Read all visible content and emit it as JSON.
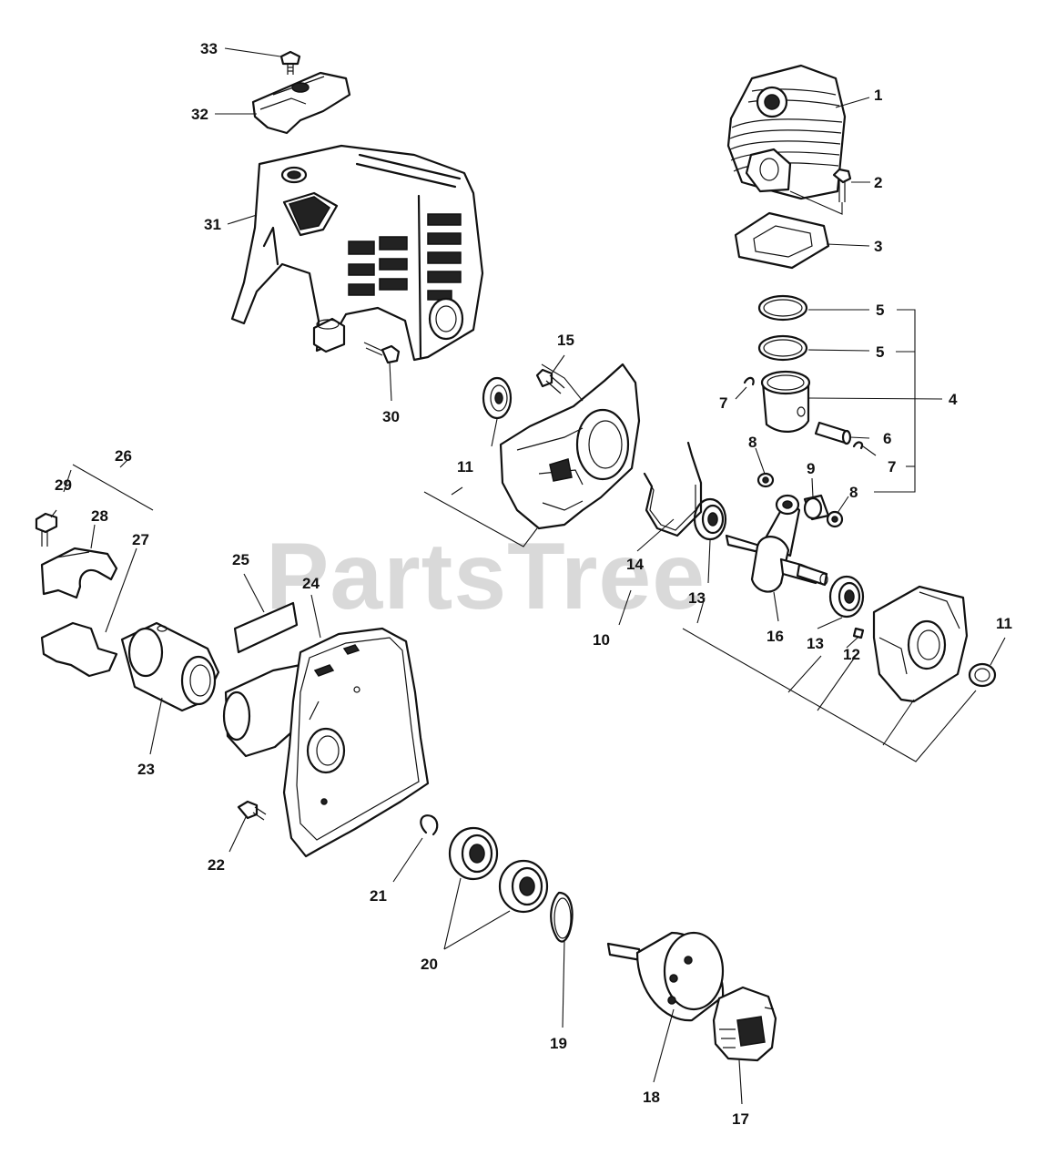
{
  "watermark": "PartsTree",
  "callouts": {
    "c1": "1",
    "c2": "2",
    "c3": "3",
    "c4": "4",
    "c5a": "5",
    "c5b": "5",
    "c6": "6",
    "c7a": "7",
    "c7b": "7",
    "c8a": "8",
    "c8b": "8",
    "c9": "9",
    "c10": "10",
    "c11a": "11",
    "c11b": "11",
    "c12": "12",
    "c13a": "13",
    "c13b": "13",
    "c14": "14",
    "c15": "15",
    "c16": "16",
    "c17": "17",
    "c18": "18",
    "c19": "19",
    "c20": "20",
    "c21": "21",
    "c22": "22",
    "c23": "23",
    "c24": "24",
    "c25": "25",
    "c26": "26",
    "c27": "27",
    "c28": "28",
    "c29": "29",
    "c30": "30",
    "c31": "31",
    "c32": "32",
    "c33": "33"
  }
}
